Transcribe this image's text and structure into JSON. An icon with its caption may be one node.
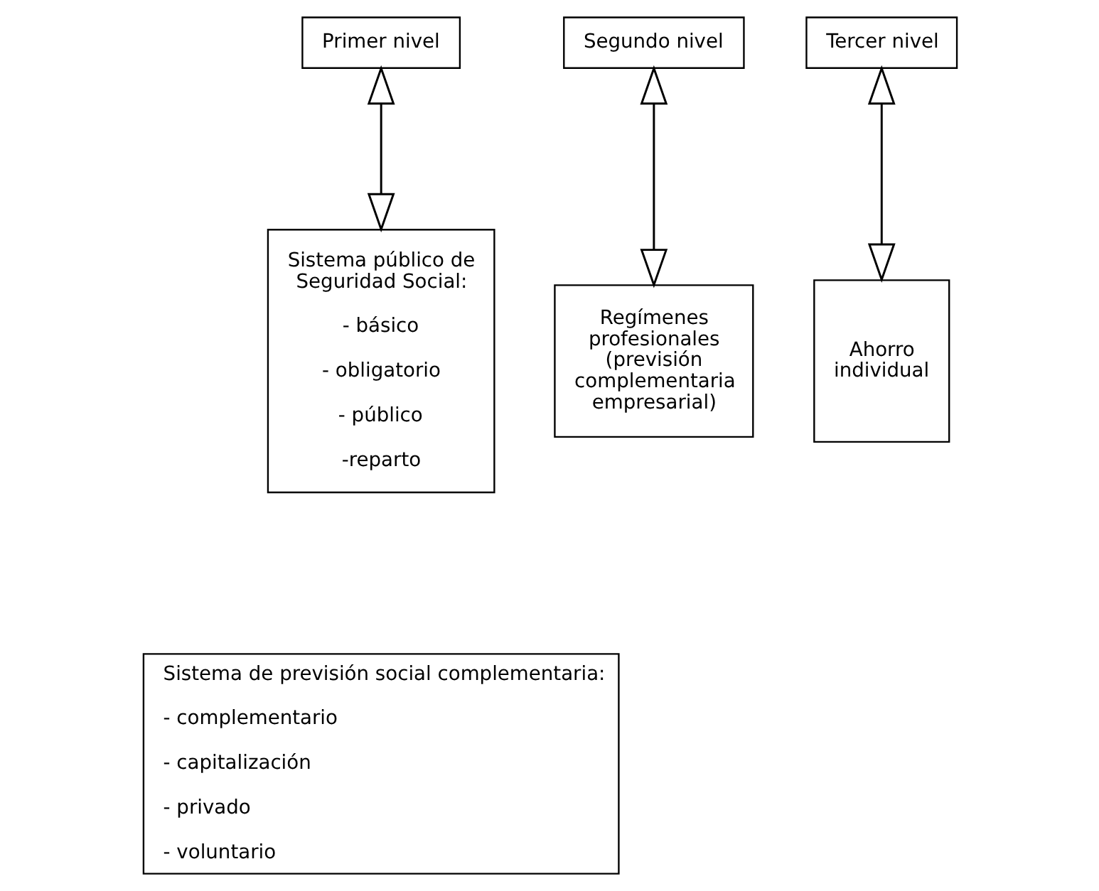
{
  "diagram": {
    "nodes": [
      {
        "text": [
          "Primer nivel"
        ]
      },
      {
        "text": [
          "Segundo nivel"
        ]
      },
      {
        "text": [
          "Tercer nivel"
        ]
      },
      {
        "text": [
          "Sistema público de Seguridad Social:",
          "- básico",
          "- obligatorio",
          "- público",
          "-reparto"
        ]
      },
      {
        "text": [
          "Regímenes profesionales (previsión complementaria empresarial)"
        ]
      },
      {
        "text": [
          "Ahorro individual"
        ]
      },
      {
        "text": [
          "Sistema de previsión social complementaria:",
          "- complementario",
          "- capitalización",
          "- privado",
          "- voluntario"
        ]
      }
    ],
    "edges": [
      {
        "from": 0,
        "to": 3,
        "arrow": "both"
      },
      {
        "from": 1,
        "to": 4,
        "arrow": "both"
      },
      {
        "from": 2,
        "to": 5,
        "arrow": "both"
      }
    ]
  }
}
